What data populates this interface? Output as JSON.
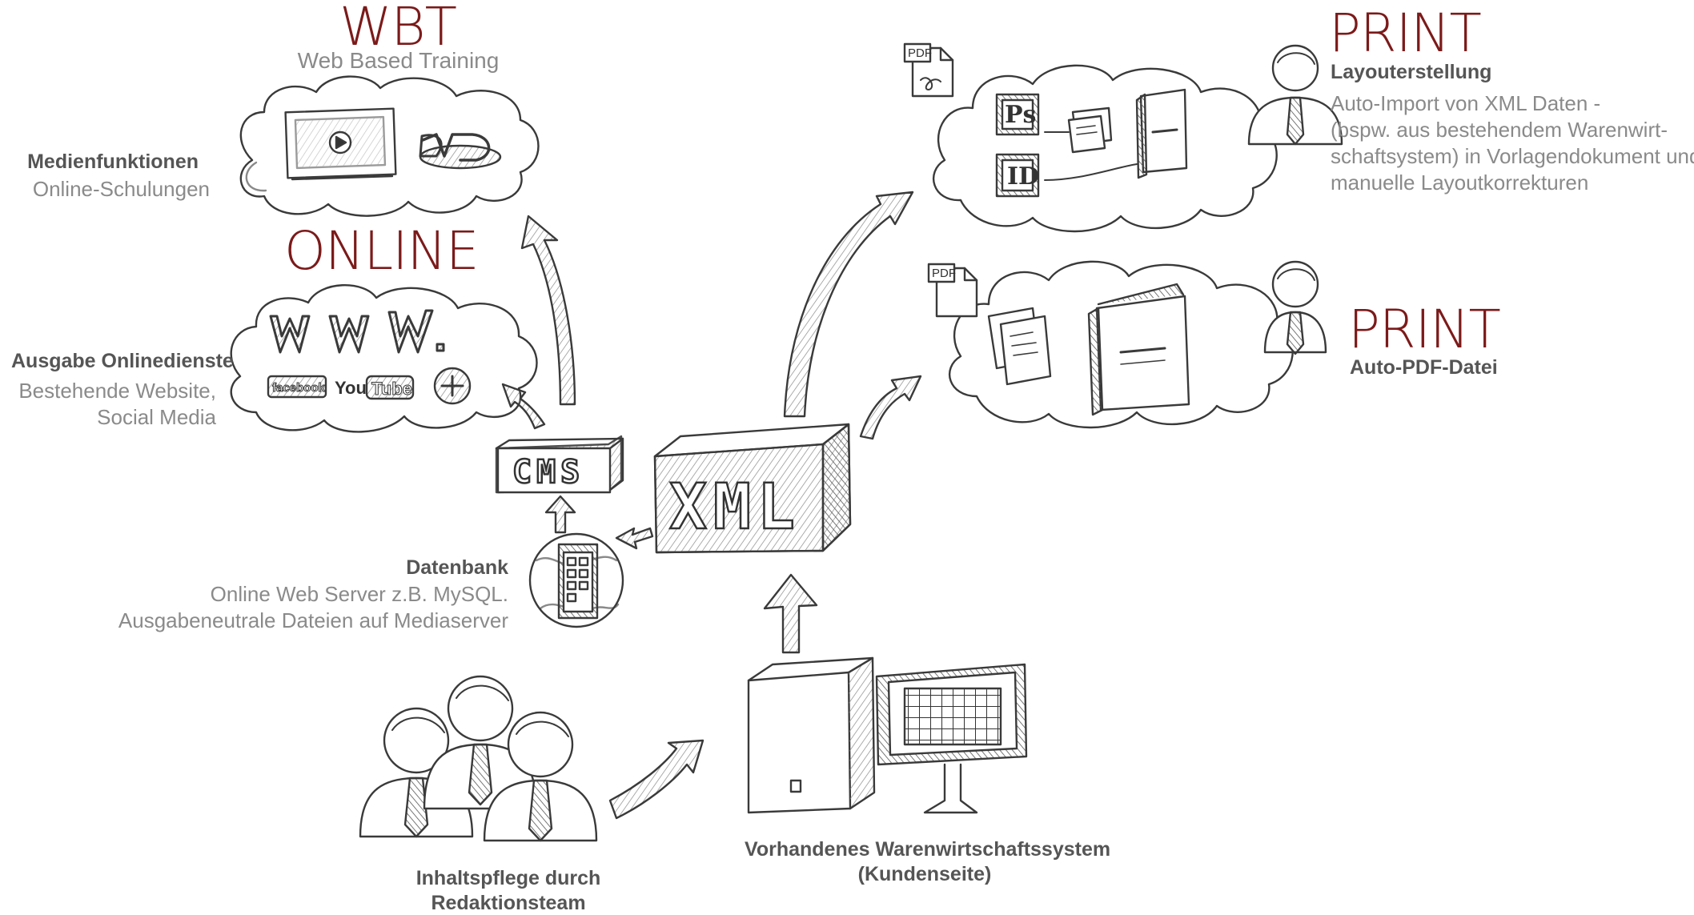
{
  "colors": {
    "accent": "#7c1a1a",
    "label": "#555555",
    "muted": "#8a8a8a",
    "ink": "#3a3a3a"
  },
  "wbt": {
    "title": "WBT",
    "subtitle": "Web Based Training",
    "cloud_icons": [
      "video-player-icon",
      "dvd-icon"
    ]
  },
  "medien": {
    "label": "Medienfunktionen",
    "desc": "Online-Schulungen"
  },
  "online": {
    "title": "ONLINE",
    "cloud_text": "www",
    "social": [
      "facebook",
      "You",
      "Tube"
    ]
  },
  "ausgabe": {
    "label": "Ausgabe Onlinedienste",
    "desc_lines": [
      "Bestehende Website,",
      "Social Media"
    ]
  },
  "cms": {
    "label": "CMS"
  },
  "xml": {
    "label": "XML"
  },
  "datenbank": {
    "label": "Datenbank",
    "desc_lines": [
      "Online Web Server z.B. MySQL.",
      "Ausgabeneutrale Dateien auf Mediaserver"
    ]
  },
  "print1": {
    "title": "PRINT",
    "label": "Layouterstellung",
    "desc_lines": [
      " Auto-Import von XML Daten -",
      "(bspw. aus bestehendem Warenwirt-",
      "schaftsystem) in Vorlagendokument und",
      "manuelle Layoutkorrekturen"
    ],
    "icons": [
      "PDF",
      "Ps",
      "ID"
    ]
  },
  "print2": {
    "title": "PRINT",
    "label": "Auto-PDF-Datei",
    "icons": [
      "PDF"
    ]
  },
  "team": {
    "label_lines": [
      "Inhaltspflege durch",
      "Redaktionsteam"
    ]
  },
  "system": {
    "label_lines": [
      "Vorhandenes Warenwirtschaftssystem",
      "(Kundenseite)"
    ]
  }
}
